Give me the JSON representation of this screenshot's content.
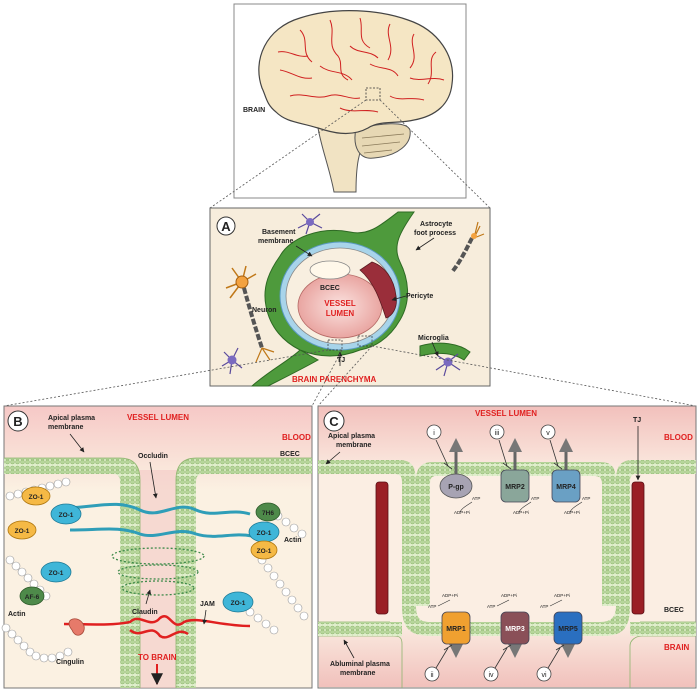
{
  "brain": {
    "label": "BRAIN"
  },
  "panel_a": {
    "letter": "A",
    "basement_membrane": [
      "Basement",
      "membrane"
    ],
    "astrocyte": [
      "Astrocyte",
      "foot process"
    ],
    "bcec": "BCEC",
    "vessel_lumen": [
      "VESSEL",
      "LUMEN"
    ],
    "pericyte": "Pericyte",
    "neuron": "Neuron",
    "microglia": "Microglia",
    "tj": "TJ",
    "parenchyma": "BRAIN PARENCHYMA"
  },
  "panel_b": {
    "letter": "B",
    "vessel_lumen": "VESSEL LUMEN",
    "blood": "BLOOD",
    "apical": [
      "Apical plasma",
      "membrane"
    ],
    "occludin": "Occludin",
    "bcec": "BCEC",
    "zo1": "ZO-1",
    "h76": "7H6",
    "actin": "Actin",
    "af6": "AF-6",
    "claudin": "Claudin",
    "jam": "JAM",
    "cingulin": "Cingulin",
    "to_brain": "TO BRAIN"
  },
  "panel_c": {
    "letter": "C",
    "vessel_lumen": "VESSEL LUMEN",
    "blood": "BLOOD",
    "apical": [
      "Apical plasma",
      "membrane"
    ],
    "tj": "TJ",
    "bcec": "BCEC",
    "brain": "BRAIN",
    "abluminal": [
      "Abluminal plasma",
      "membrane"
    ],
    "atp": "ATP",
    "adp": "ADP+Pi",
    "transporters_top": [
      {
        "name": "P-gp",
        "roman": "i",
        "color": "#a7a3b3"
      },
      {
        "name": "MRP2",
        "roman": "iii",
        "color": "#8aa69a"
      },
      {
        "name": "MRP4",
        "roman": "v",
        "color": "#6aa0c4"
      }
    ],
    "transporters_bottom": [
      {
        "name": "MRP1",
        "roman": "ii",
        "color": "#f0a030"
      },
      {
        "name": "MRP3",
        "roman": "iv",
        "color": "#8a5058"
      },
      {
        "name": "MRP5",
        "roman": "vi",
        "color": "#2a6fc0"
      }
    ]
  }
}
